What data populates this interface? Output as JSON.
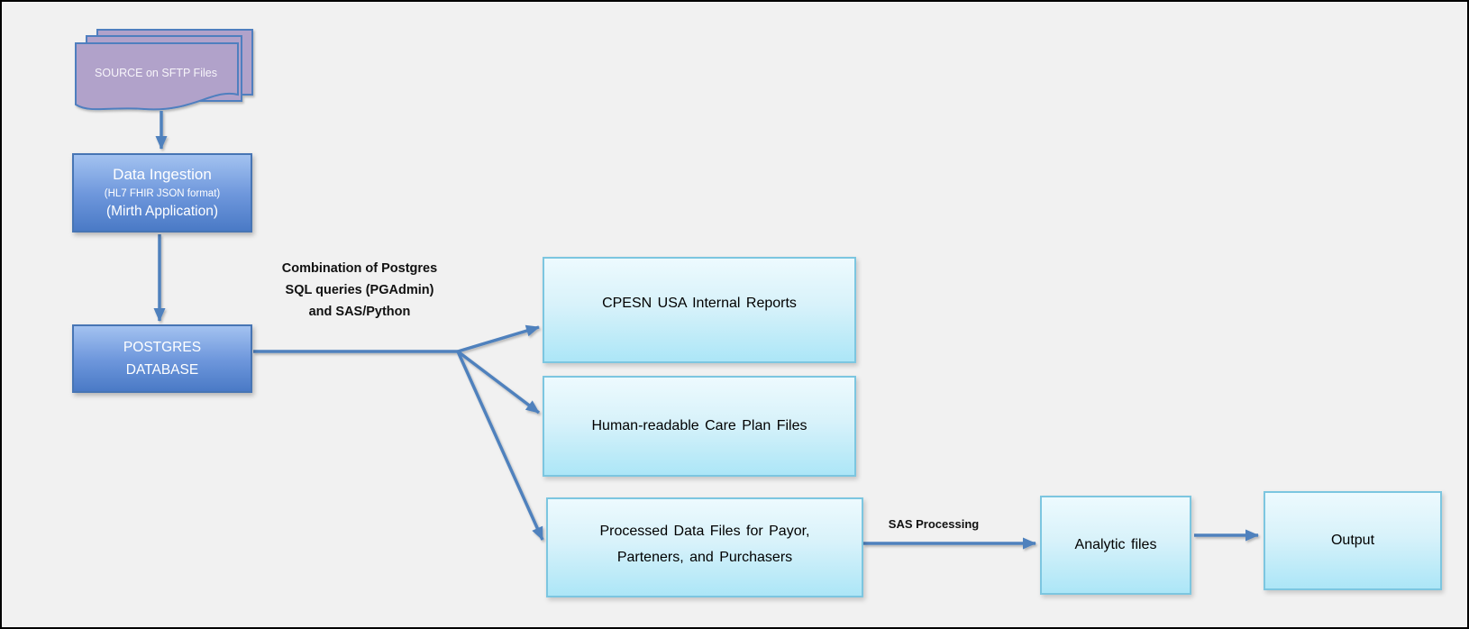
{
  "palette": {
    "background": "#f1f1f1",
    "canvas_border": "#000000",
    "connector": "#4f81bd",
    "source_fill": "#b1a2ca",
    "source_border": "#4f7fbf",
    "process_fill_top": "#a3c2f0",
    "process_fill_bottom": "#4a7ac6",
    "process_border": "#4775b4",
    "process_text": "#ffffff",
    "output_fill_top": "#edfafe",
    "output_fill_bottom": "#ace6f7",
    "output_border": "#7cc6e0",
    "output_text": "#000000",
    "edge_label_text": "#111111"
  },
  "nodes": {
    "source": {
      "label": "SOURCE on SFTP Files"
    },
    "ingestion": {
      "title": "Data Ingestion",
      "line2": "(HL7 FHIR JSON format)",
      "line3": "(Mirth Application)"
    },
    "postgres": {
      "line1": "POSTGRES",
      "line2": "DATABASE"
    },
    "internal_reports": {
      "label": "CPESN USA Internal Reports"
    },
    "care_plan": {
      "label": "Human-readable Care Plan Files"
    },
    "processed": {
      "line1": "Processed Data Files for Payor,",
      "line2": "Parteners, and Purchasers"
    },
    "analytic": {
      "label": "Analytic files"
    },
    "output": {
      "label": "Output"
    }
  },
  "edge_labels": {
    "combination": {
      "line1": "Combination of Postgres",
      "line2": "SQL queries (PGAdmin)",
      "line3": "and SAS/Python"
    },
    "sas_processing": "SAS Processing"
  }
}
